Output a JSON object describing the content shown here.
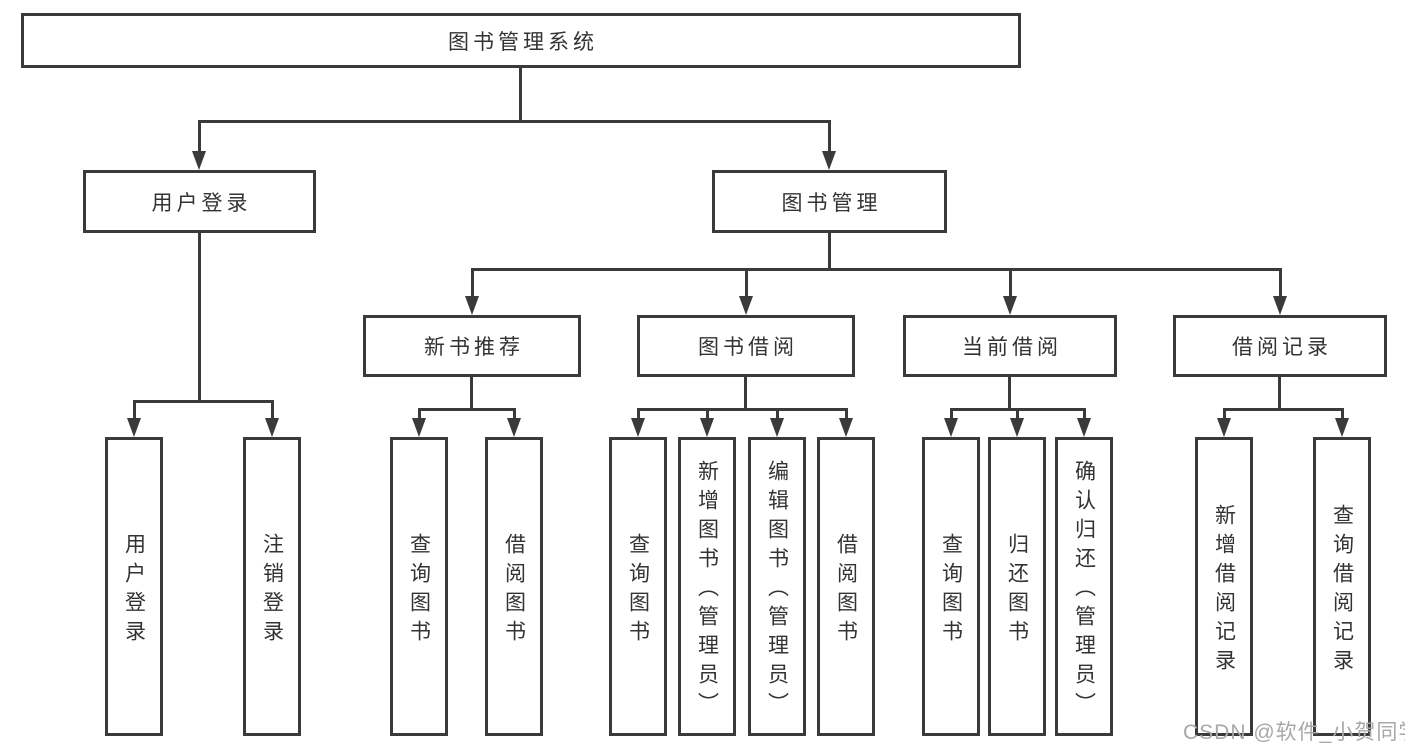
{
  "title": {
    "label": "图书管理系统"
  },
  "level2": {
    "user_login": {
      "label": "用户登录"
    },
    "book_management": {
      "label": "图书管理"
    }
  },
  "level3": {
    "new_book_recommendation": {
      "label": "新书推荐"
    },
    "book_borrowing": {
      "label": "图书借阅"
    },
    "current_borrowing": {
      "label": "当前借阅"
    },
    "borrowing_records": {
      "label": "借阅记录"
    }
  },
  "leaves": {
    "user_login": {
      "label": "用户登录"
    },
    "logout": {
      "label": "注销登录"
    },
    "nb_query_books": {
      "label": "查询图书"
    },
    "nb_borrow_books": {
      "label": "借阅图书"
    },
    "bb_query_books": {
      "label": "查询图书"
    },
    "bb_add_books_admin": {
      "label": "新增图书（管理员）"
    },
    "bb_edit_books_admin": {
      "label": "编辑图书（管理员）"
    },
    "bb_borrow_books": {
      "label": "借阅图书"
    },
    "cb_query_books": {
      "label": "查询图书"
    },
    "cb_return_books": {
      "label": "归还图书"
    },
    "cb_confirm_return_admin": {
      "label": "确认归还（管理员）"
    },
    "br_add_record": {
      "label": "新增借阅记录"
    },
    "br_query_record": {
      "label": "查询借阅记录"
    }
  },
  "watermark": {
    "text": "CSDN @软件_小贺同学"
  },
  "colors": {
    "line": "#3a3a3a",
    "text": "#333333",
    "watermark": "#a6a8ab",
    "background": "#ffffff"
  }
}
